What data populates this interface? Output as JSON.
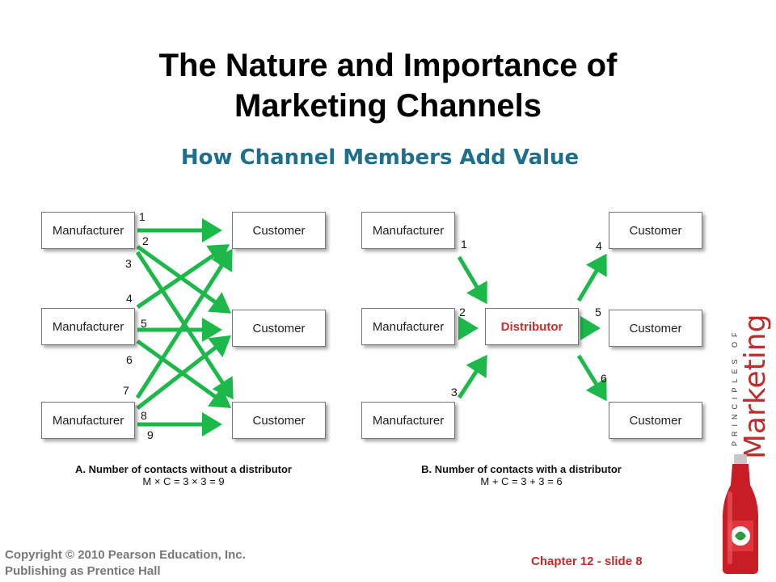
{
  "slide": {
    "title_line1": "The Nature and Importance of",
    "title_line2": "Marketing Channels",
    "subtitle": "How Channel Members Add Value"
  },
  "diagram_a": {
    "manufacturers": [
      "Manufacturer",
      "Manufacturer",
      "Manufacturer"
    ],
    "customers": [
      "Customer",
      "Customer",
      "Customer"
    ],
    "contact_numbers": [
      "1",
      "2",
      "3",
      "4",
      "5",
      "6",
      "7",
      "8",
      "9"
    ],
    "caption_title": "A. Number of contacts without a distributor",
    "caption_formula": "M × C = 3 × 3 = 9"
  },
  "diagram_b": {
    "manufacturers": [
      "Manufacturer",
      "Manufacturer",
      "Manufacturer"
    ],
    "distributor": "Distributor",
    "customers": [
      "Customer",
      "Customer",
      "Customer"
    ],
    "contact_numbers": [
      "1",
      "2",
      "3",
      "4",
      "5",
      "6"
    ],
    "caption_title": "B. Number of contacts with a distributor",
    "caption_formula": "M + C = 3 + 3 = 6"
  },
  "footer": {
    "copyright": "Copyright © 2010 Pearson Education, Inc.",
    "publisher": "Publishing as Prentice Hall",
    "slide_label": "Chapter 12 - slide 8"
  },
  "brand": {
    "principles": "PRINCIPLES OF",
    "marketing": "Marketing"
  },
  "colors": {
    "arrow": "#1db84a",
    "subtitle": "#1f6f8b",
    "distributor_text": "#d52a2a",
    "footer_slide": "#c02b2b",
    "footer_copyright": "#777777"
  }
}
